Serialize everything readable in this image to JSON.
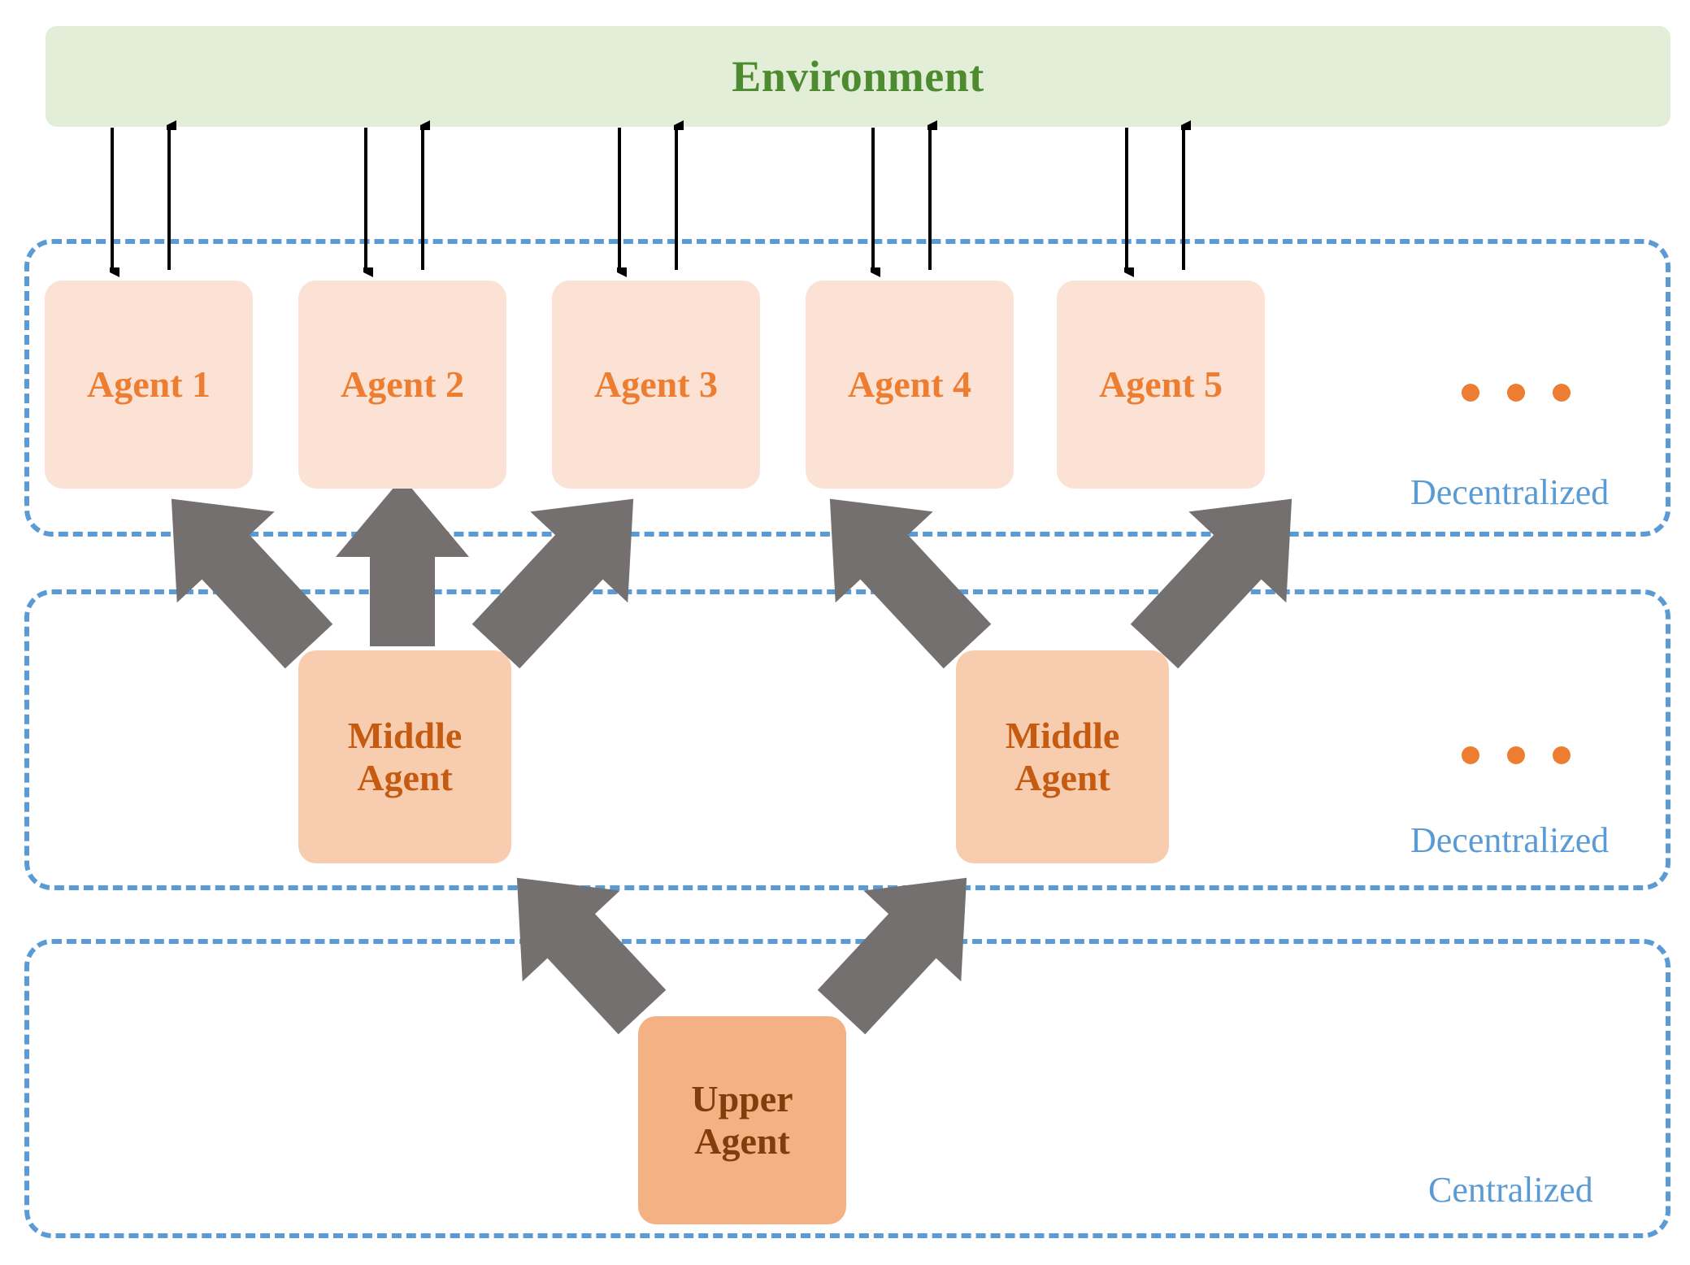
{
  "diagram": {
    "title_text": "Environment",
    "environment": {
      "label": "Environment",
      "fill_color": "#e2eed8",
      "text_color": "#4e8a30"
    },
    "regions": [
      {
        "id": "top",
        "label": "Decentralized",
        "border_color": "#5b9bd5"
      },
      {
        "id": "middle",
        "label": "Decentralized",
        "border_color": "#5b9bd5"
      },
      {
        "id": "bottom",
        "label": "Centralized",
        "border_color": "#5b9bd5"
      }
    ],
    "agents": [
      {
        "label": "Agent 1"
      },
      {
        "label": "Agent 2"
      },
      {
        "label": "Agent 3"
      },
      {
        "label": "Agent 4"
      },
      {
        "label": "Agent 5"
      }
    ],
    "agent_fill_color": "#fbe2d5",
    "agent_text_color": "#ed7d31",
    "middle_agents": [
      {
        "line1": "Middle",
        "line2": "Agent"
      },
      {
        "line1": "Middle",
        "line2": "Agent"
      }
    ],
    "middle_fill_color": "#f8cdaf",
    "middle_text_color": "#c55a11",
    "upper_agent": {
      "line1": "Upper",
      "line2": "Agent"
    },
    "upper_fill_color": "#f4b183",
    "upper_text_color": "#833c0c",
    "ellipsis": {
      "glyph": "dot",
      "count": 3,
      "color": "#ed7d31"
    },
    "env_arrow_color": "#000000",
    "hierarchy_arrow_color": "#757070",
    "env_arrow_pairs": 5,
    "background_color": "#ffffff"
  }
}
